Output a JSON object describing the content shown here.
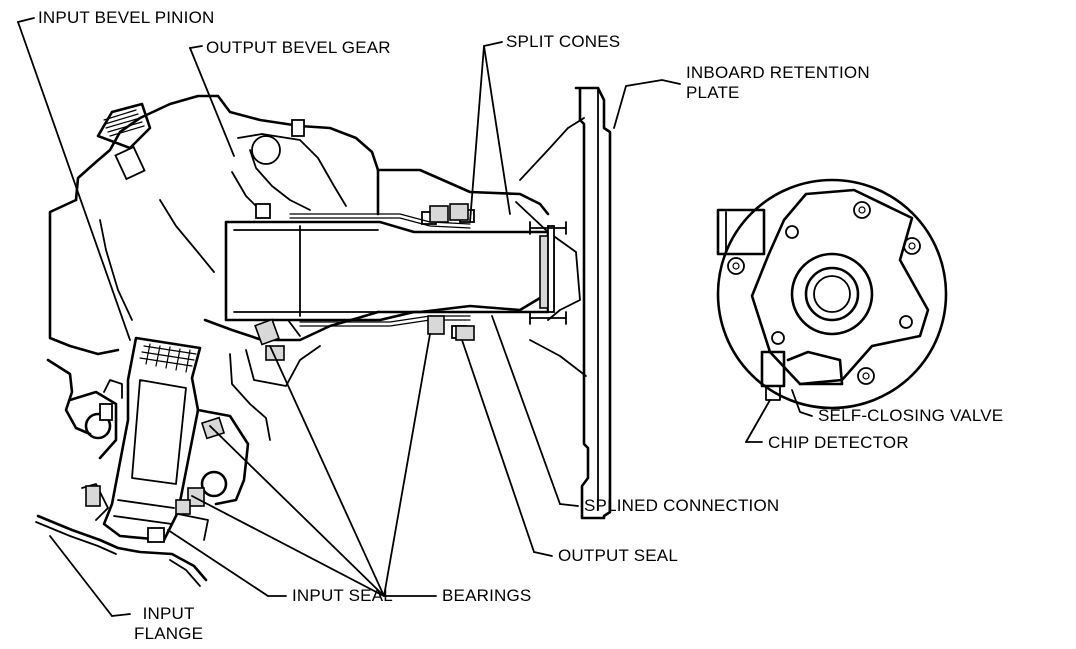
{
  "labels": {
    "input_bevel_pinion": "INPUT BEVEL PINION",
    "output_bevel_gear": "OUTPUT BEVEL GEAR",
    "split_cones": "SPLIT CONES",
    "inboard_retention_plate_1": "INBOARD RETENTION",
    "inboard_retention_plate_2": "PLATE",
    "self_closing_valve": "SELF-CLOSING VALVE",
    "chip_detector": "CHIP DETECTOR",
    "splined_connection": "SPLINED CONNECTION",
    "output_seal": "OUTPUT SEAL",
    "bearings": "BEARINGS",
    "input_flange_1": "INPUT",
    "input_flange_2": "FLANGE",
    "input_seal": "INPUT SEAL"
  }
}
